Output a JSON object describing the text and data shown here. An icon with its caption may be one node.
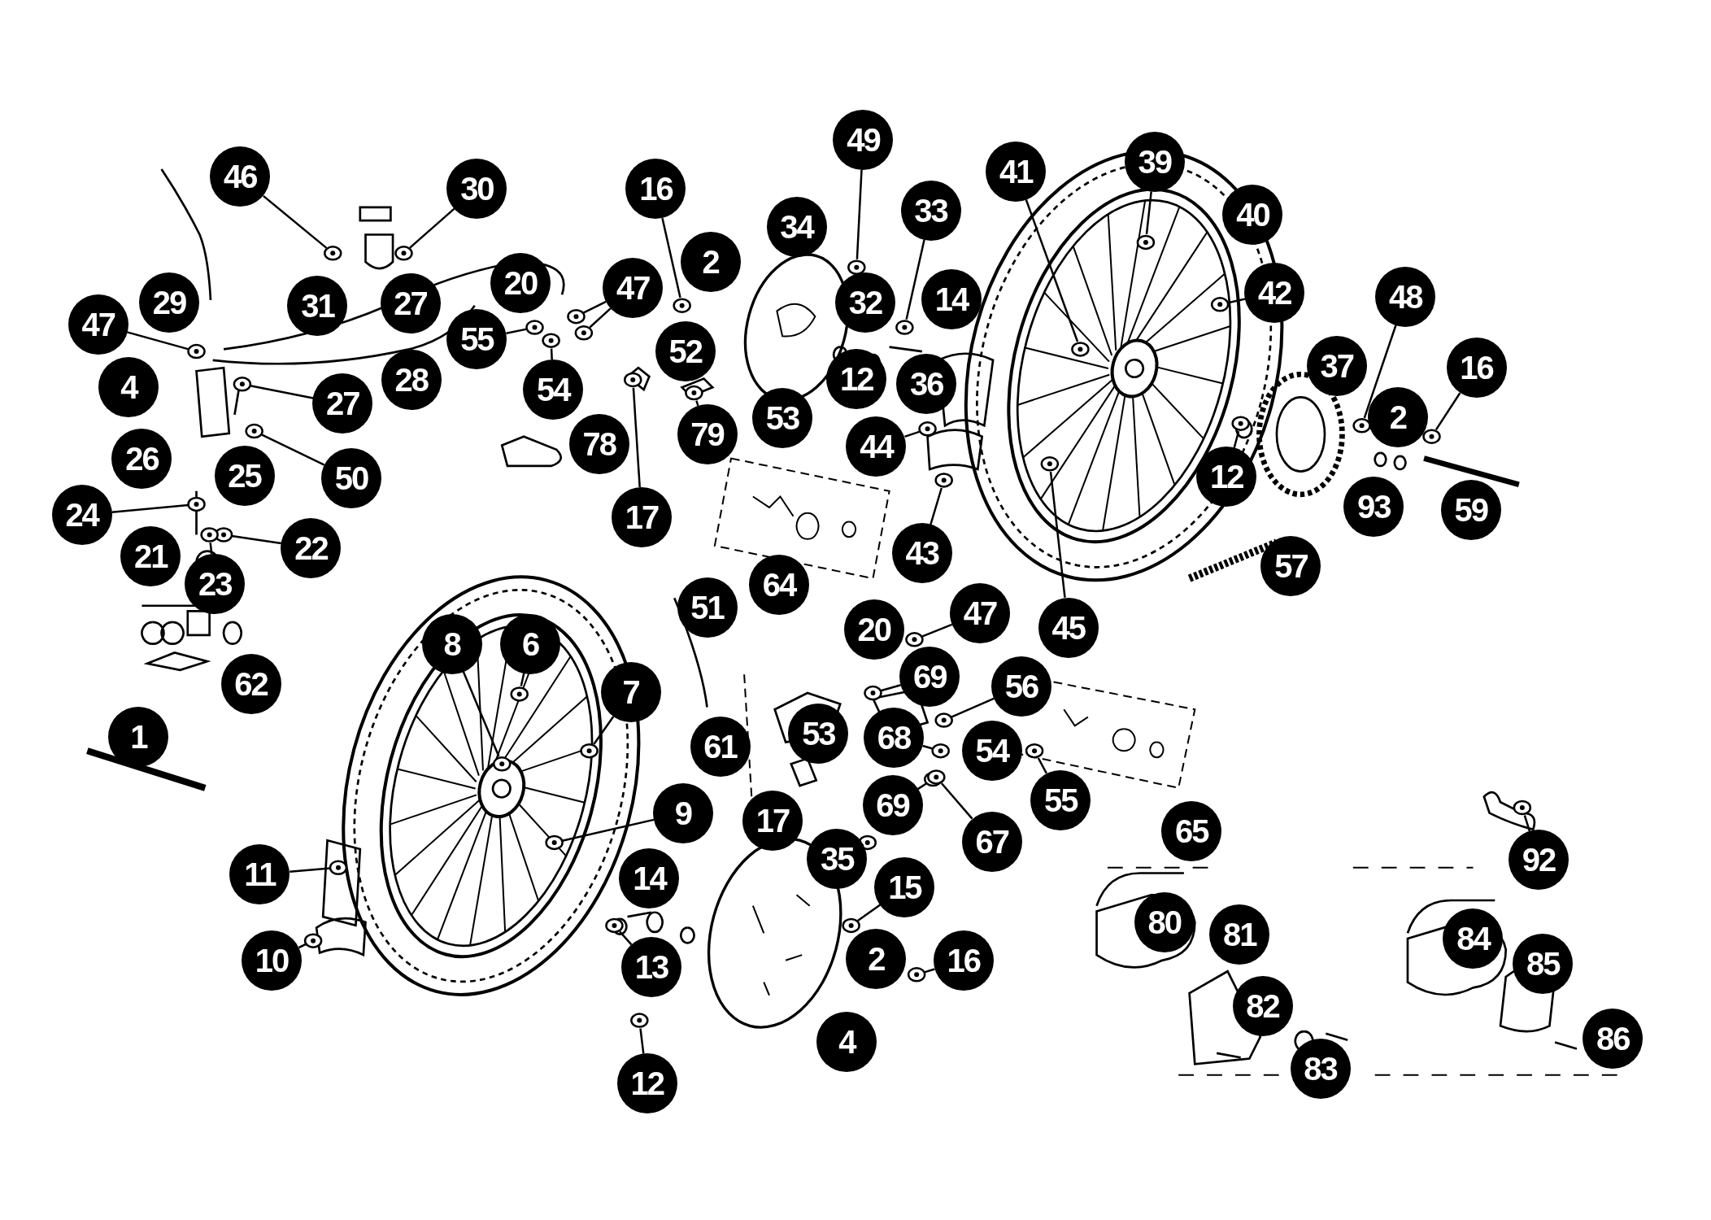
{
  "diagram": {
    "nodes": [
      {
        "text": [
          "49"
        ]
      },
      {
        "text": [
          "39"
        ]
      },
      {
        "text": [
          "41"
        ]
      },
      {
        "text": [
          "46"
        ]
      },
      {
        "text": [
          "16"
        ]
      },
      {
        "text": [
          "30"
        ]
      },
      {
        "text": [
          "33"
        ]
      },
      {
        "text": [
          "40"
        ]
      },
      {
        "text": [
          "34"
        ]
      },
      {
        "text": [
          "2"
        ]
      },
      {
        "text": [
          "20"
        ]
      },
      {
        "text": [
          "47"
        ]
      },
      {
        "text": [
          "42"
        ]
      },
      {
        "text": [
          "48"
        ]
      },
      {
        "text": [
          "14"
        ]
      },
      {
        "text": [
          "32"
        ]
      },
      {
        "text": [
          "29"
        ]
      },
      {
        "text": [
          "27"
        ]
      },
      {
        "text": [
          "31"
        ]
      },
      {
        "text": [
          "47"
        ]
      },
      {
        "text": [
          "55"
        ]
      },
      {
        "text": [
          "52"
        ]
      },
      {
        "text": [
          "37"
        ]
      },
      {
        "text": [
          "16"
        ]
      },
      {
        "text": [
          "12"
        ]
      },
      {
        "text": [
          "28"
        ]
      },
      {
        "text": [
          "36"
        ]
      },
      {
        "text": [
          "4"
        ]
      },
      {
        "text": [
          "54"
        ]
      },
      {
        "text": [
          "27"
        ]
      },
      {
        "text": [
          "2"
        ]
      },
      {
        "text": [
          "53"
        ]
      },
      {
        "text": [
          "79"
        ]
      },
      {
        "text": [
          "78"
        ]
      },
      {
        "text": [
          "44"
        ]
      },
      {
        "text": [
          "26"
        ]
      },
      {
        "text": [
          "25"
        ]
      },
      {
        "text": [
          "12"
        ]
      },
      {
        "text": [
          "50"
        ]
      },
      {
        "text": [
          "93"
        ]
      },
      {
        "text": [
          "59"
        ]
      },
      {
        "text": [
          "24"
        ]
      },
      {
        "text": [
          "17"
        ]
      },
      {
        "text": [
          "22"
        ]
      },
      {
        "text": [
          "43"
        ]
      },
      {
        "text": [
          "21"
        ]
      },
      {
        "text": [
          "57"
        ]
      },
      {
        "text": [
          "23"
        ]
      },
      {
        "text": [
          "64"
        ]
      },
      {
        "text": [
          "51"
        ]
      },
      {
        "text": [
          "47"
        ]
      },
      {
        "text": [
          "45"
        ]
      },
      {
        "text": [
          "20"
        ]
      },
      {
        "text": [
          "8"
        ]
      },
      {
        "text": [
          "6"
        ]
      },
      {
        "text": [
          "69"
        ]
      },
      {
        "text": [
          "62"
        ]
      },
      {
        "text": [
          "56"
        ]
      },
      {
        "text": [
          "7"
        ]
      },
      {
        "text": [
          "53"
        ]
      },
      {
        "text": [
          "1"
        ]
      },
      {
        "text": [
          "68"
        ]
      },
      {
        "text": [
          "61"
        ]
      },
      {
        "text": [
          "54"
        ]
      },
      {
        "text": [
          "55"
        ]
      },
      {
        "text": [
          "69"
        ]
      },
      {
        "text": [
          "9"
        ]
      },
      {
        "text": [
          "17"
        ]
      },
      {
        "text": [
          "65"
        ]
      },
      {
        "text": [
          "67"
        ]
      },
      {
        "text": [
          "35"
        ]
      },
      {
        "text": [
          "92"
        ]
      },
      {
        "text": [
          "11"
        ]
      },
      {
        "text": [
          "14"
        ]
      },
      {
        "text": [
          "15"
        ]
      },
      {
        "text": [
          "80"
        ]
      },
      {
        "text": [
          "81"
        ]
      },
      {
        "text": [
          "84"
        ]
      },
      {
        "text": [
          "2"
        ]
      },
      {
        "text": [
          "10"
        ]
      },
      {
        "text": [
          "16"
        ]
      },
      {
        "text": [
          "85"
        ]
      },
      {
        "text": [
          "13"
        ]
      },
      {
        "text": [
          "82"
        ]
      },
      {
        "text": [
          "86"
        ]
      },
      {
        "text": [
          "4"
        ]
      },
      {
        "text": [
          "83"
        ]
      },
      {
        "text": [
          "12"
        ]
      },
      {
        "text": [],
        "shape": "picture"
      },
      {
        "text": [],
        "shape": "picture"
      },
      {
        "text": [],
        "shape": "picture"
      },
      {
        "text": [],
        "shape": "picture"
      },
      {
        "text": [],
        "shape": "picture"
      },
      {
        "text": [],
        "shape": "picture"
      },
      {
        "text": [],
        "shape": "picture"
      },
      {
        "text": [],
        "shape": "picture"
      },
      {
        "text": [],
        "shape": "picture"
      },
      {
        "text": [],
        "shape": "picture"
      },
      {
        "text": [],
        "shape": "picture"
      },
      {
        "text": [],
        "shape": "picture"
      },
      {
        "text": [],
        "shape": "picture"
      },
      {
        "text": [],
        "shape": "picture"
      },
      {
        "text": [],
        "shape": "picture"
      },
      {
        "text": [],
        "shape": "picture"
      },
      {
        "text": [],
        "shape": "picture"
      },
      {
        "text": [],
        "shape": "picture"
      },
      {
        "text": [],
        "shape": "picture"
      },
      {
        "text": [],
        "shape": "picture"
      },
      {
        "text": [],
        "shape": "picture"
      },
      {
        "text": [],
        "shape": "picture"
      },
      {
        "text": [],
        "shape": "picture"
      },
      {
        "text": [],
        "shape": "picture"
      },
      {
        "text": [],
        "shape": "picture"
      },
      {
        "text": [],
        "shape": "picture"
      },
      {
        "text": [],
        "shape": "picture"
      },
      {
        "text": [],
        "shape": "picture"
      },
      {
        "text": [],
        "shape": "picture"
      },
      {
        "text": [],
        "shape": "picture"
      },
      {
        "text": [],
        "shape": "picture"
      },
      {
        "text": [],
        "shape": "picture"
      },
      {
        "text": [],
        "shape": "picture"
      },
      {
        "text": [],
        "shape": "picture"
      },
      {
        "text": [],
        "shape": "picture"
      },
      {
        "text": [],
        "shape": "picture"
      },
      {
        "text": [],
        "shape": "picture"
      },
      {
        "text": [],
        "shape": "picture"
      },
      {
        "text": [],
        "shape": "picture"
      },
      {
        "text": [],
        "shape": "picture"
      },
      {
        "text": [],
        "shape": "picture"
      },
      {
        "text": [],
        "shape": "picture"
      },
      {
        "text": [],
        "shape": "picture"
      },
      {
        "text": [],
        "shape": "picture"
      },
      {
        "text": [],
        "shape": "picture"
      }
    ],
    "edges": [
      {
        "from": 0,
        "to": 88,
        "arrow": "none"
      },
      {
        "from": 1,
        "to": 89,
        "arrow": "none"
      },
      {
        "from": 2,
        "to": 90,
        "arrow": "none"
      },
      {
        "from": 3,
        "to": 91,
        "arrow": "none"
      },
      {
        "from": 4,
        "to": 92,
        "arrow": "none"
      },
      {
        "from": 5,
        "to": 93,
        "arrow": "none"
      },
      {
        "from": 6,
        "to": 94,
        "arrow": "none"
      },
      {
        "from": 11,
        "to": 95,
        "arrow": "none"
      },
      {
        "from": 11,
        "to": 96,
        "arrow": "none"
      },
      {
        "from": 12,
        "to": 97,
        "arrow": "none"
      },
      {
        "from": 13,
        "to": 98,
        "arrow": "none"
      },
      {
        "from": 19,
        "to": 99,
        "arrow": "none"
      },
      {
        "from": 20,
        "to": 100,
        "arrow": "none"
      },
      {
        "from": 23,
        "to": 101,
        "arrow": "none"
      },
      {
        "from": 28,
        "to": 102,
        "arrow": "none"
      },
      {
        "from": 29,
        "to": 103,
        "arrow": "none"
      },
      {
        "from": 32,
        "to": 104,
        "arrow": "none"
      },
      {
        "from": 34,
        "to": 105,
        "arrow": "none"
      },
      {
        "from": 37,
        "to": 106,
        "arrow": "none"
      },
      {
        "from": 38,
        "to": 107,
        "arrow": "none"
      },
      {
        "from": 41,
        "to": 108,
        "arrow": "none"
      },
      {
        "from": 42,
        "to": 109,
        "arrow": "none"
      },
      {
        "from": 43,
        "to": 110,
        "arrow": "none"
      },
      {
        "from": 44,
        "to": 111,
        "arrow": "none"
      },
      {
        "from": 47,
        "to": 112,
        "arrow": "none"
      },
      {
        "from": 50,
        "to": 113,
        "arrow": "none"
      },
      {
        "from": 51,
        "to": 114,
        "arrow": "none"
      },
      {
        "from": 53,
        "to": 115,
        "arrow": "none"
      },
      {
        "from": 54,
        "to": 116,
        "arrow": "none"
      },
      {
        "from": 55,
        "to": 117,
        "arrow": "none"
      },
      {
        "from": 57,
        "to": 118,
        "arrow": "none"
      },
      {
        "from": 58,
        "to": 119,
        "arrow": "none"
      },
      {
        "from": 61,
        "to": 120,
        "arrow": "none"
      },
      {
        "from": 64,
        "to": 121,
        "arrow": "none"
      },
      {
        "from": 65,
        "to": 122,
        "arrow": "none"
      },
      {
        "from": 66,
        "to": 123,
        "arrow": "none"
      },
      {
        "from": 69,
        "to": 124,
        "arrow": "none"
      },
      {
        "from": 70,
        "to": 125,
        "arrow": "none"
      },
      {
        "from": 71,
        "to": 126,
        "arrow": "none"
      },
      {
        "from": 72,
        "to": 127,
        "arrow": "none"
      },
      {
        "from": 74,
        "to": 128,
        "arrow": "none"
      },
      {
        "from": 79,
        "to": 129,
        "arrow": "none"
      },
      {
        "from": 80,
        "to": 130,
        "arrow": "none"
      },
      {
        "from": 82,
        "to": 131,
        "arrow": "none"
      },
      {
        "from": 87,
        "to": 132,
        "arrow": "none"
      }
    ]
  }
}
